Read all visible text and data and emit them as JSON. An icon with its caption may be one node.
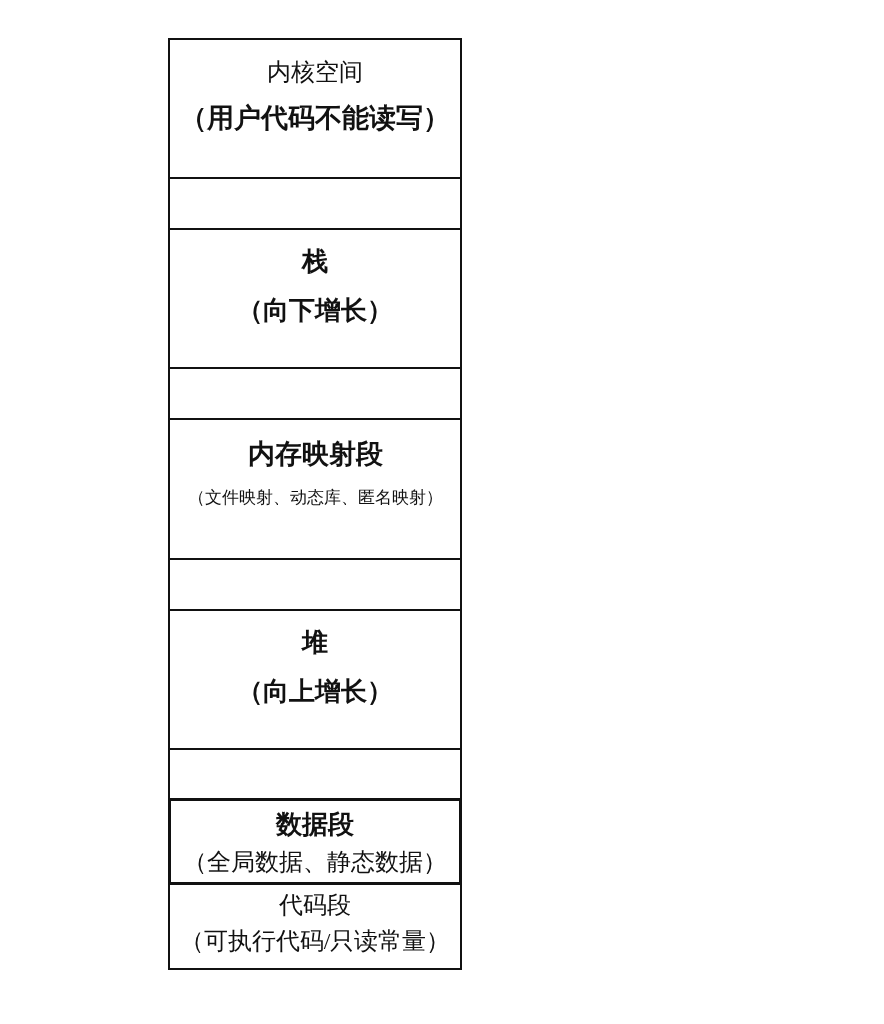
{
  "diagram": {
    "nodes": [
      {
        "text": [
          "内核空间",
          "（用户代码不能读写）"
        ]
      },
      {
        "text": [],
        "shape": "box"
      },
      {
        "text": [
          "栈",
          "（向下增长）"
        ]
      },
      {
        "text": [],
        "shape": "box"
      },
      {
        "text": [
          "内存映射段",
          "（文件映射、动态库、匿名映射）"
        ]
      },
      {
        "text": [],
        "shape": "box"
      },
      {
        "text": [
          "堆",
          "（向上增长）"
        ]
      },
      {
        "text": [],
        "shape": "box"
      },
      {
        "text": [
          "数据段",
          "（全局数据、静态数据）"
        ]
      },
      {
        "text": [
          "代码段",
          "（可执行代码/只读常量）"
        ]
      }
    ]
  }
}
